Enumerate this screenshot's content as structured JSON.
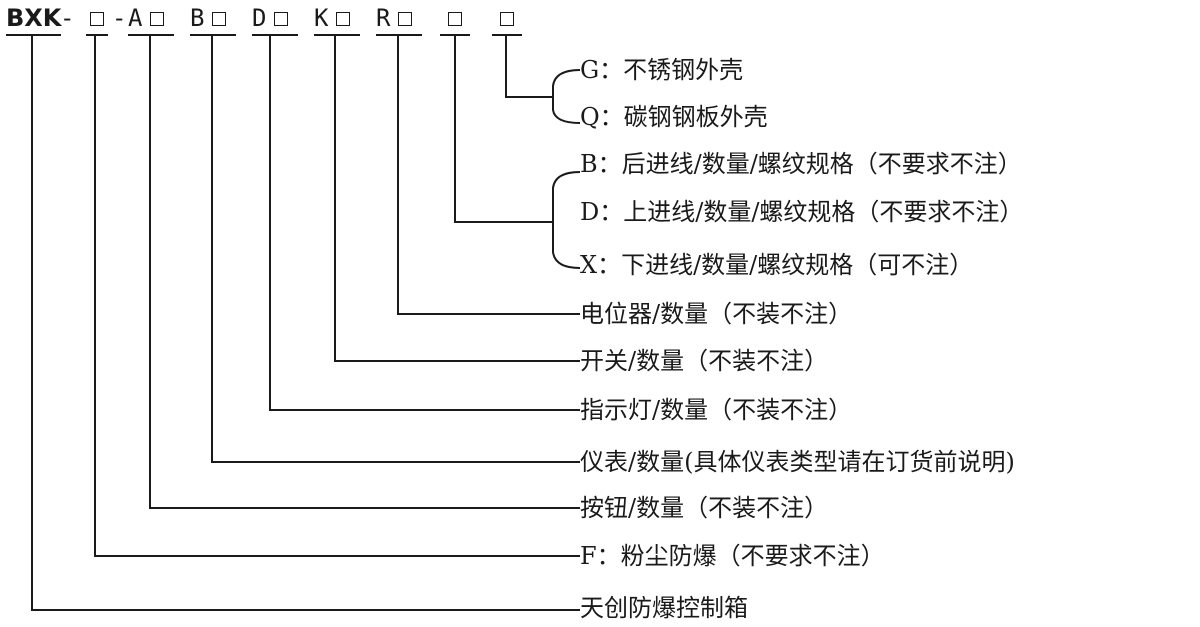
{
  "model_code": {
    "prefix": "BXK",
    "dash1": "-",
    "dash2": "-",
    "segments": [
      "A",
      "B",
      "D",
      "K",
      "R"
    ]
  },
  "labels": {
    "g": "G：不锈钢外壳",
    "q": "Q：碳钢钢板外壳",
    "b": "B：后进线/数量/螺纹规格（不要求不注）",
    "d": "D：上进线/数量/螺纹规格（不要求不注）",
    "x": "X：下进线/数量/螺纹规格（可不注）",
    "potentiometer": "电位器/数量（不装不注）",
    "switch": "开关/数量（不装不注）",
    "indicator": "指示灯/数量（不装不注）",
    "meter": "仪表/数量(具体仪表类型请在订货前说明)",
    "button": "按钮/数量（不装不注）",
    "dust": "F：粉尘防爆（不要求不注）",
    "product": "天创防爆控制箱"
  }
}
